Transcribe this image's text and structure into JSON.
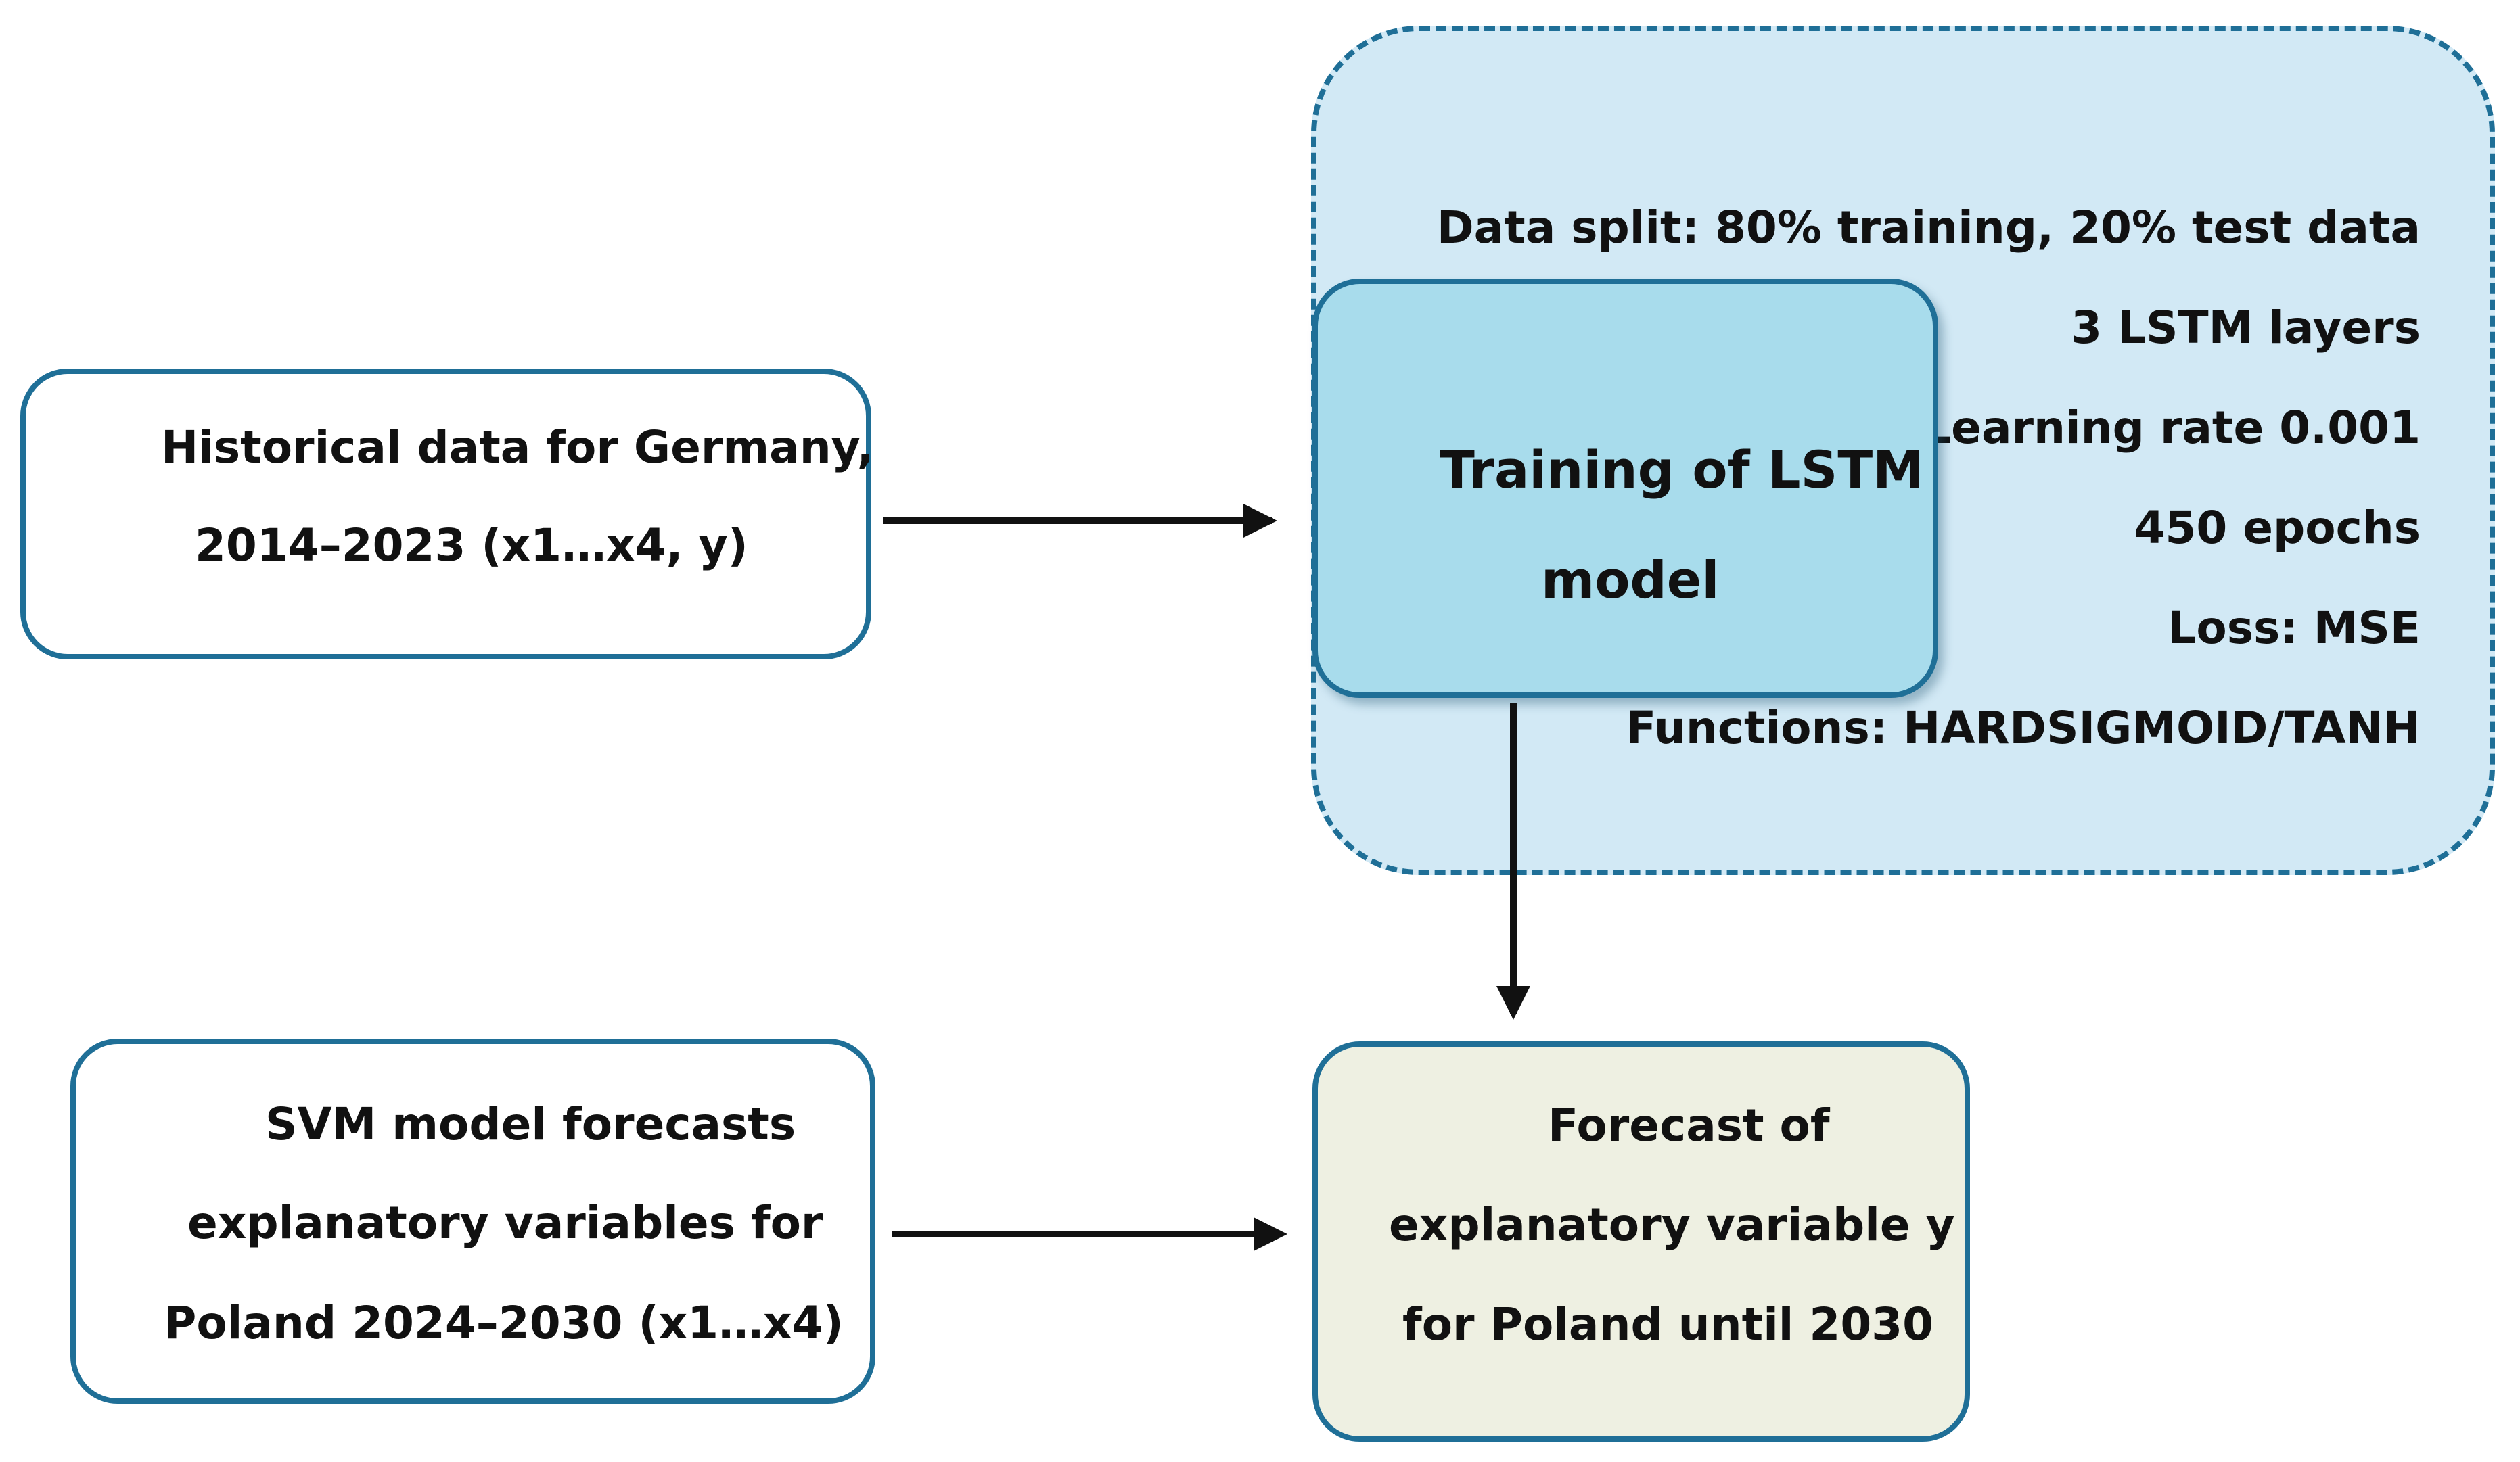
{
  "parameters_panel": {
    "lines": [
      "Data split: 80% training, 20% test data",
      "3 LSTM layers",
      "Learning rate 0.001",
      "450 epochs",
      "Loss: MSE",
      "Functions: HARDSIGMOID/TANH"
    ]
  },
  "historical_data": {
    "line1": "Historical data for Germany,",
    "line2": "2014–2023 (x1…x4, y)"
  },
  "lstm_training": {
    "line1": "Training  of LSTM",
    "line2": "model"
  },
  "svm_forecasts": {
    "line1": "SVM model forecasts",
    "line2": "explanatory variables for",
    "line3": "Poland 2024–2030 (x1…x4)"
  },
  "forecast_output": {
    "line1": "Forecast of",
    "line2": "explanatory variable y",
    "line3": "for Poland until 2030"
  },
  "colors": {
    "border": "#1f6f97",
    "panel_fill": "#d2e9f5",
    "lstm_fill": "#a8dcec",
    "forecast_fill": "#eef0e2",
    "arrow": "#111111"
  }
}
